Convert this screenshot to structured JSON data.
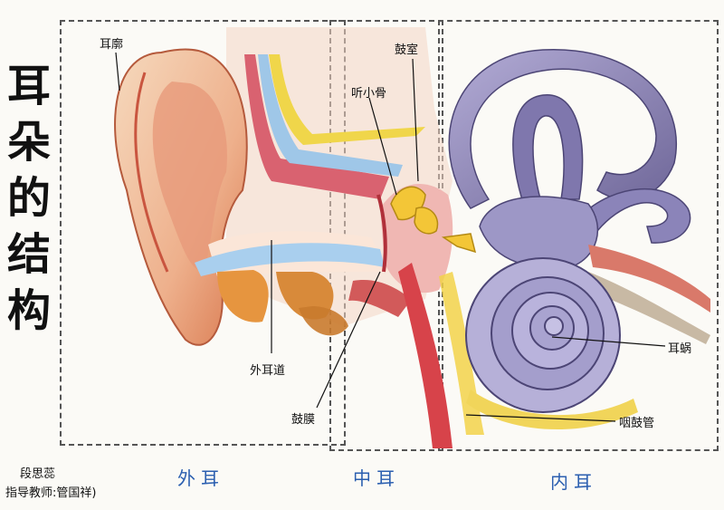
{
  "title_chars": [
    "耳",
    "朵",
    "的",
    "结",
    "构"
  ],
  "labels": {
    "auricle": "耳廓",
    "ear_canal": "外耳道",
    "eardrum": "鼓膜",
    "ossicles": "听小骨",
    "tympanic_cavity": "鼓室",
    "cochlea": "耳蜗",
    "eustachian_tube": "咽鼓管"
  },
  "sections": {
    "outer": "外耳",
    "middle": "中耳",
    "inner": "内耳"
  },
  "author": {
    "name": "段思蕊",
    "teacher": "指导教师:管国祥)"
  },
  "colors": {
    "ink": "#111111",
    "section_blue": "#2b5fb0",
    "skin": "#f2c9a8",
    "red": "#d0414a",
    "purple": "#8a84b8",
    "yellow": "#f0d64a"
  }
}
